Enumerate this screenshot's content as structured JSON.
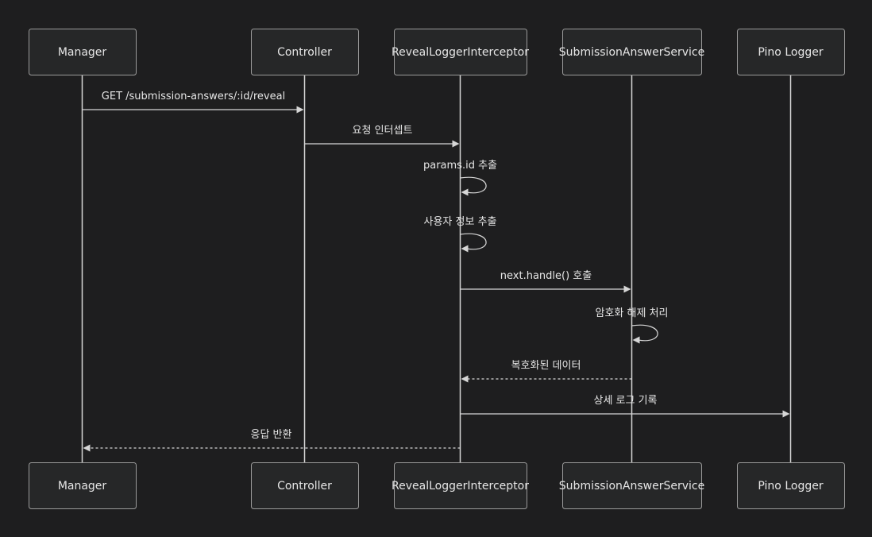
{
  "actors": [
    {
      "id": "manager",
      "label": "Manager"
    },
    {
      "id": "controller",
      "label": "Controller"
    },
    {
      "id": "interceptor",
      "label": "RevealLoggerInterceptor"
    },
    {
      "id": "service",
      "label": "SubmissionAnswerService"
    },
    {
      "id": "logger",
      "label": "Pino Logger"
    }
  ],
  "messages": [
    {
      "from": "manager",
      "to": "controller",
      "label": "GET /submission-answers/:id/reveal",
      "style": "solid"
    },
    {
      "from": "controller",
      "to": "interceptor",
      "label": "요청 인터셉트",
      "style": "solid"
    },
    {
      "from": "interceptor",
      "to": "interceptor",
      "label": "params.id 추출",
      "style": "self"
    },
    {
      "from": "interceptor",
      "to": "interceptor",
      "label": "사용자 정보 추출",
      "style": "self"
    },
    {
      "from": "interceptor",
      "to": "service",
      "label": "next.handle() 호출",
      "style": "solid"
    },
    {
      "from": "service",
      "to": "service",
      "label": "암호화 해제 처리",
      "style": "self"
    },
    {
      "from": "service",
      "to": "interceptor",
      "label": "복호화된 데이터",
      "style": "dashed"
    },
    {
      "from": "interceptor",
      "to": "logger",
      "label": "상세 로그 기록",
      "style": "solid"
    },
    {
      "from": "interceptor",
      "to": "manager",
      "label": "응답 반환",
      "style": "dashed"
    }
  ]
}
